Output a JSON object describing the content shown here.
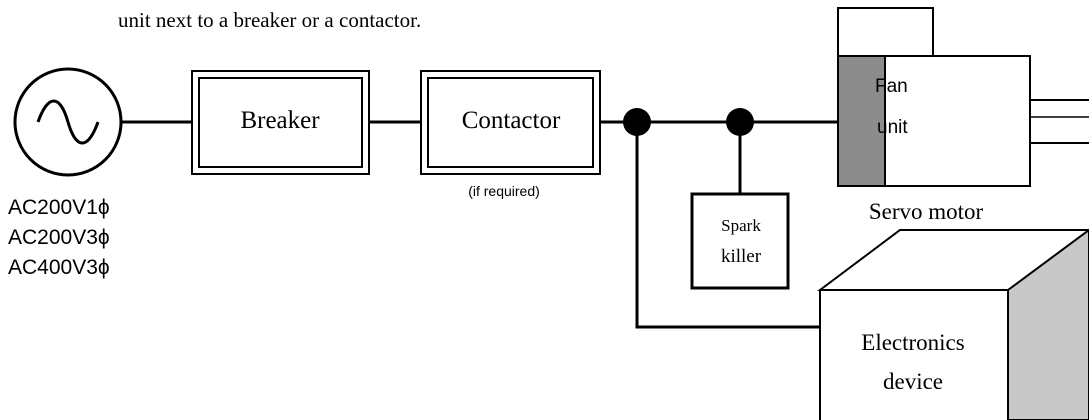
{
  "caption": "unit next to a breaker or a contactor.",
  "source": {
    "symbol": "ac-source",
    "labels": [
      "AC200V1ϕ",
      "AC200V3ϕ",
      "AC400V3ϕ"
    ]
  },
  "breaker": {
    "label": "Breaker"
  },
  "contactor": {
    "label": "Contactor",
    "note": "(if required)"
  },
  "spark_killer": {
    "line1": "Spark",
    "line2": "killer"
  },
  "fan_unit": {
    "line1": "Fan",
    "line2": "unit"
  },
  "servo_motor": {
    "label": "Servo motor"
  },
  "electronics": {
    "line1": "Electronics",
    "line2": "device"
  },
  "colors": {
    "line": "#000000",
    "fan_fill": "#8c8c8c",
    "device_side": "#c8c8c8",
    "background": "#ffffff"
  }
}
